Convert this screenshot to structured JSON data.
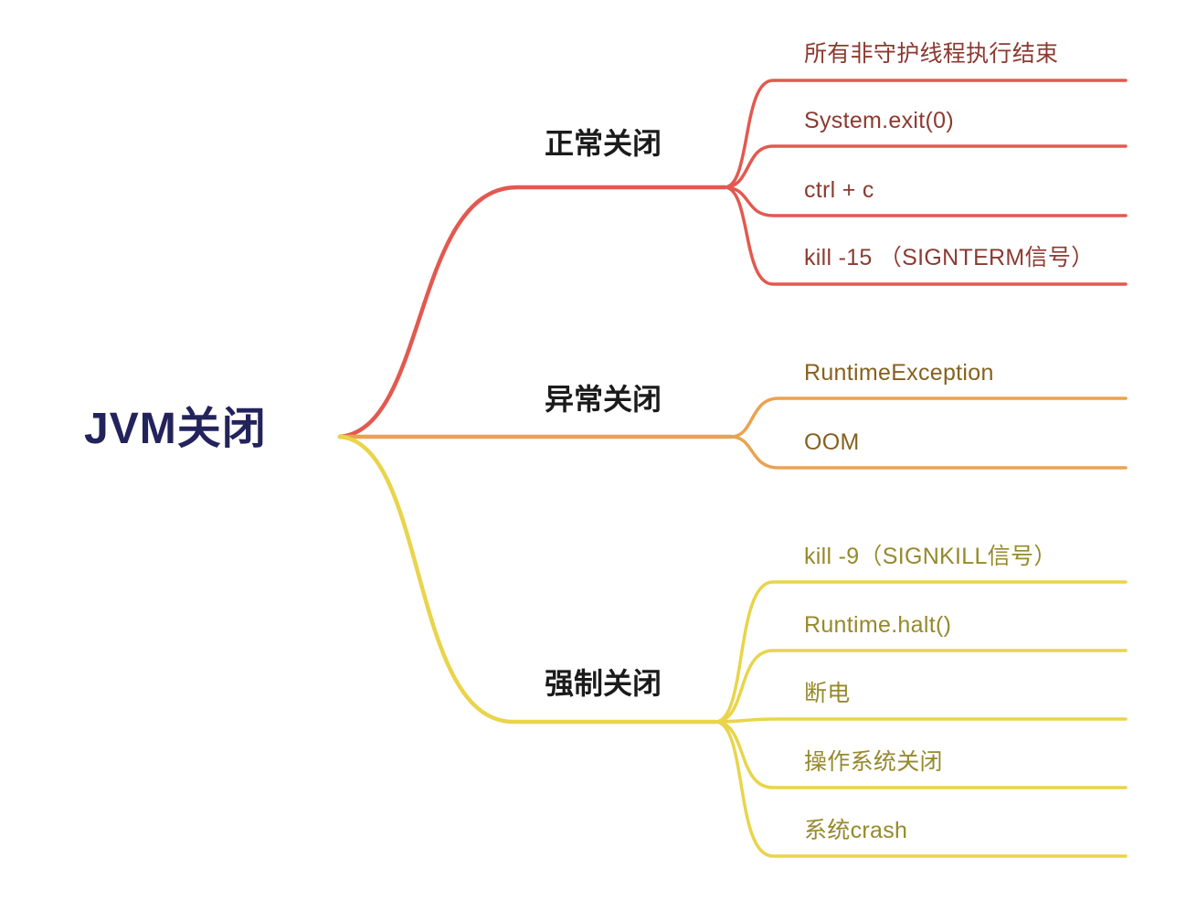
{
  "root": {
    "label": "JVM关闭",
    "color": "#23235c"
  },
  "branches": [
    {
      "label": "正常关闭",
      "color": "#e25950",
      "text_color": "#8c3a30",
      "leaves": [
        {
          "label": "所有非守护线程执行结束"
        },
        {
          "label": "System.exit(0)"
        },
        {
          "label": "ctrl + c"
        },
        {
          "label": "kill -15 （SIGNTERM信号）"
        }
      ]
    },
    {
      "label": "异常关闭",
      "color": "#eba24f",
      "text_color": "#86611e",
      "leaves": [
        {
          "label": "RuntimeException"
        },
        {
          "label": "OOM"
        }
      ]
    },
    {
      "label": "强制关闭",
      "color": "#e9d44b",
      "text_color": "#96892c",
      "leaves": [
        {
          "label": "kill -9（SIGNKILL信号）"
        },
        {
          "label": "Runtime.halt()"
        },
        {
          "label": "断电"
        },
        {
          "label": "操作系统关闭"
        },
        {
          "label": "系统crash"
        }
      ]
    }
  ]
}
